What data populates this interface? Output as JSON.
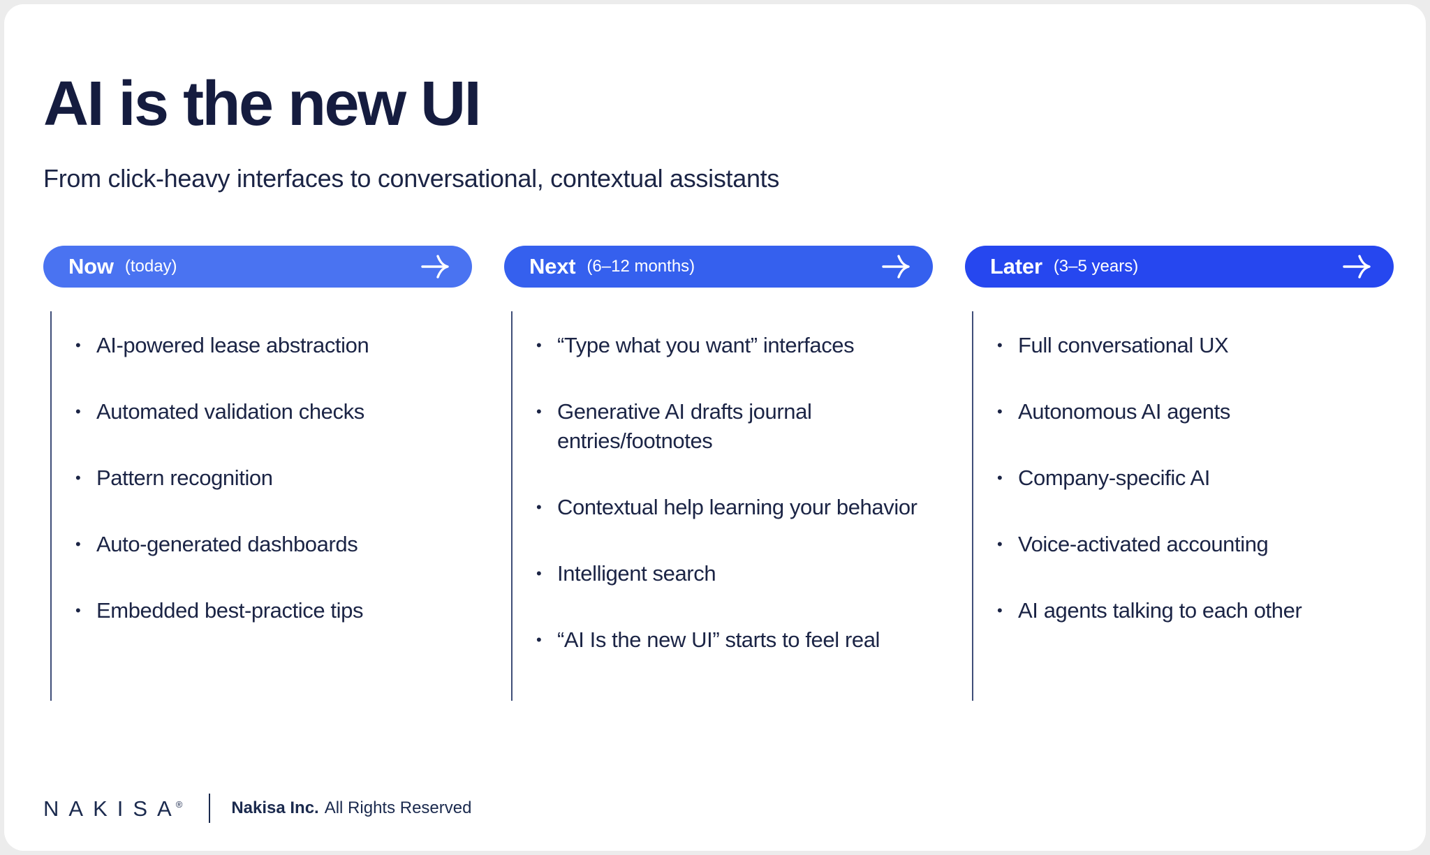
{
  "page": {
    "title": "AI is the new UI",
    "subtitle": "From click-heavy interfaces to conversational, contextual assistants"
  },
  "colors": {
    "text_navy": "#1b2445",
    "title_navy": "#151c3f",
    "divider": "#3f4e78"
  },
  "columns": [
    {
      "label": "Now",
      "timeframe": "(today)",
      "pill_color": "#4a73f1",
      "items": [
        "AI-powered lease abstraction",
        "Automated validation checks",
        "Pattern recognition",
        "Auto-generated dashboards",
        "Embedded best-practice tips"
      ]
    },
    {
      "label": "Next",
      "timeframe": "(6–12 months)",
      "pill_color": "#3560ee",
      "items": [
        "“Type what you want” interfaces",
        "Generative AI drafts journal entries/footnotes",
        "Contextual help learning your behavior",
        "Intelligent search",
        "“AI Is the new UI” starts to feel real"
      ]
    },
    {
      "label": "Later",
      "timeframe": "(3–5 years)",
      "pill_color": "#2647ef",
      "items": [
        "Full conversational UX",
        "Autonomous AI agents",
        "Company-specific AI",
        "Voice-activated accounting",
        "AI agents talking to each other"
      ]
    }
  ],
  "icons": {
    "pill_arrow": "arrow-right"
  },
  "footer": {
    "logo": "NAKISA",
    "logo_reg": "®",
    "company": "Nakisa Inc.",
    "rights": "All Rights Reserved"
  }
}
